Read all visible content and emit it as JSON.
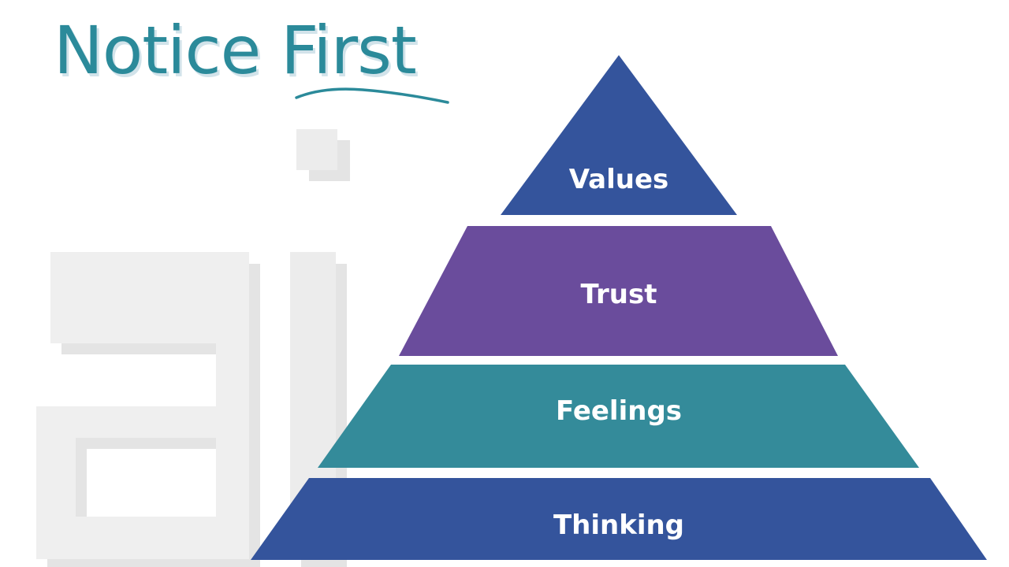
{
  "title": {
    "word1": "Notice",
    "word2": "First"
  },
  "watermark_logo": "ai",
  "pyramid": {
    "tiers": [
      {
        "label": "Values",
        "color": "#34549c"
      },
      {
        "label": "Trust",
        "color": "#6a4c9c"
      },
      {
        "label": "Feelings",
        "color": "#348b9a"
      },
      {
        "label": "Thinking",
        "color": "#34549c"
      }
    ]
  },
  "colors": {
    "title": "#2b8a9a",
    "title_shadow": "#d2e3ea",
    "watermark": "#eeeeee"
  }
}
